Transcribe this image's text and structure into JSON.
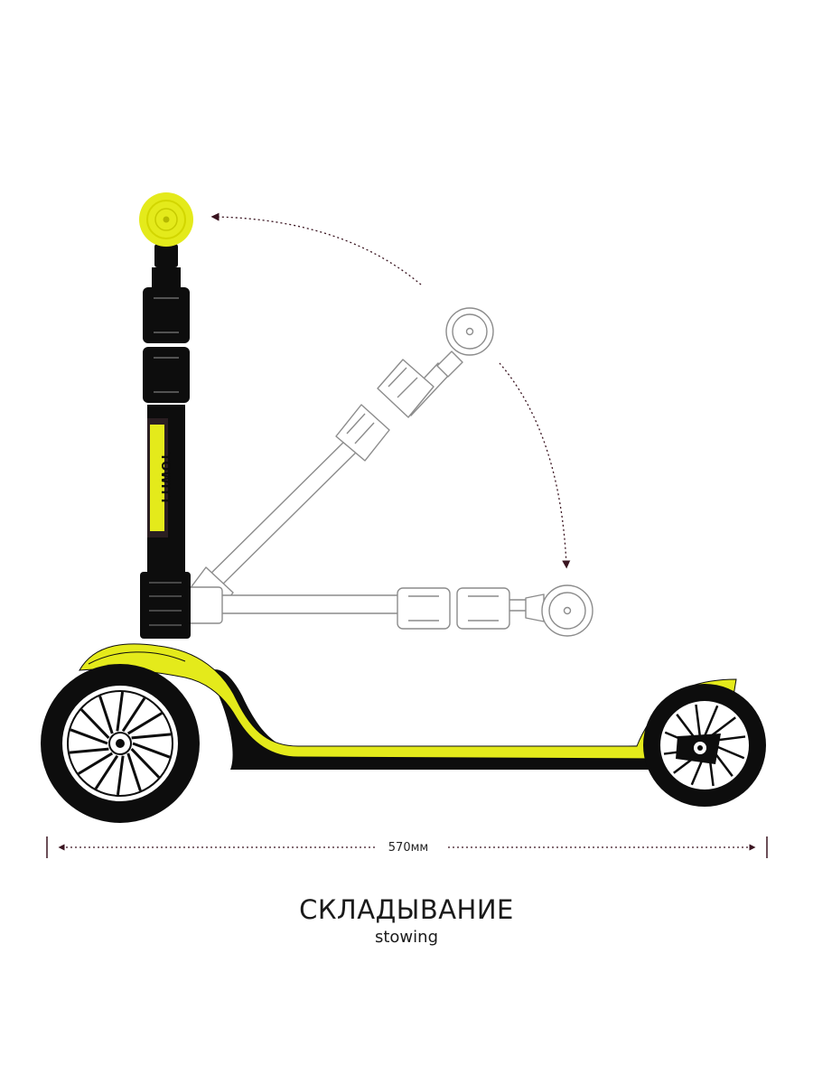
{
  "colors": {
    "accent": "#e4ea1b",
    "stem": "#0d0d0d",
    "outline": "#8c8c8c",
    "arrow": "#3a1420",
    "label_bg": "#2a1e22"
  },
  "dimension": {
    "length_label": "570мм"
  },
  "caption": {
    "title": "СКЛАДЫВАНИЕ",
    "subtitle": "stowing"
  },
  "stem_label": "TOWITT"
}
